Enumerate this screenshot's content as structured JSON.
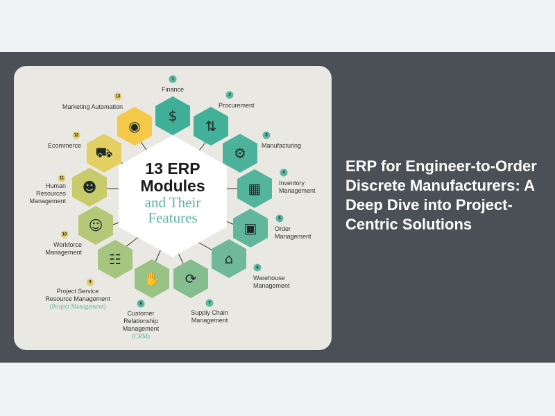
{
  "article": {
    "title": "ERP for Engineer-to-Order Discrete Manufacturers: A Deep Dive into Project-Centric Solutions"
  },
  "infographic": {
    "heading_line1": "13 ERP",
    "heading_line2": "Modules",
    "sub_line1": "and Their",
    "sub_line2": "Features",
    "modules": [
      {
        "n": "1",
        "label": "Finance",
        "icon": "coins-hand-icon",
        "glyph": "$",
        "color": "#3faf98"
      },
      {
        "n": "2",
        "label": "Procurement",
        "icon": "box-hands-icon",
        "glyph": "⇅",
        "color": "#43b09a"
      },
      {
        "n": "3",
        "label": "Manufacturing",
        "icon": "gears-icon",
        "glyph": "⚙",
        "color": "#4cb29b"
      },
      {
        "n": "4",
        "label": "Inventory\nManagement",
        "icon": "boxes-icon",
        "glyph": "▦",
        "color": "#55b49c"
      },
      {
        "n": "5",
        "label": "Order\nManagement",
        "icon": "box-hand-icon",
        "glyph": "▣",
        "color": "#62b69b"
      },
      {
        "n": "6",
        "label": "Warehouse\nManagement",
        "icon": "factory-icon",
        "glyph": "⌂",
        "color": "#6fb998"
      },
      {
        "n": "7",
        "label": "Supply Chain\nManagement",
        "icon": "cycle-box-icon",
        "glyph": "⟳",
        "color": "#84bd8f"
      },
      {
        "n": "8",
        "label": "Customer\nRelationship\nManagement",
        "sub": "(CRM)",
        "icon": "handshake-icon",
        "glyph": "✋",
        "color": "#98c286"
      },
      {
        "n": "9",
        "label": "Project Service\nResource Management",
        "sub": "(Project Management)",
        "icon": "org-chart-icon",
        "glyph": "☷",
        "color": "#a6c57e"
      },
      {
        "n": "10",
        "label": "Workforce\nManagement",
        "icon": "team-cycle-icon",
        "glyph": "☺",
        "color": "#b5c878"
      },
      {
        "n": "11",
        "label": "Human\nResources\nManagement",
        "icon": "person-hands-icon",
        "glyph": "☻",
        "color": "#c8cb6c"
      },
      {
        "n": "12",
        "label": "Ecommerce",
        "icon": "cart-icon",
        "glyph": "⛟",
        "color": "#e4cf63"
      },
      {
        "n": "13",
        "label": "Marketing Automation",
        "icon": "eye-cycle-icon",
        "glyph": "◉",
        "color": "#f4c94a"
      }
    ]
  }
}
